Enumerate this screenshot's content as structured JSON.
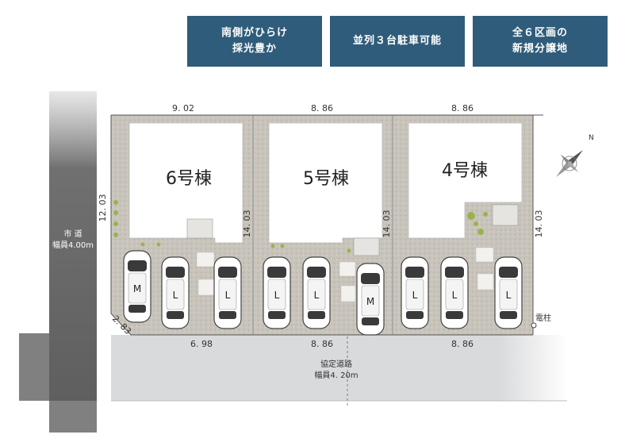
{
  "badges": [
    {
      "line1": "南側がひらけ",
      "line2": "採光豊か"
    },
    {
      "line1": "並列３台駐車可能",
      "line2": ""
    },
    {
      "line1": "全６区画の",
      "line2": "新規分譲地"
    }
  ],
  "lots": [
    {
      "label": "6号棟",
      "top_width": "9. 02",
      "bottom_width": "6. 98"
    },
    {
      "label": "5号棟",
      "top_width": "8. 86",
      "bottom_width": "8. 86"
    },
    {
      "label": "4号棟",
      "top_width": "8. 86",
      "bottom_width": "8. 86"
    }
  ],
  "side_dims": {
    "left": "12. 03",
    "divider1": "14. 03",
    "divider2": "14. 03",
    "right": "14. 03",
    "corner": "2. 83"
  },
  "parking": [
    "M",
    "L",
    "L",
    "L",
    "L",
    "M",
    "L",
    "L",
    "L"
  ],
  "roads": {
    "city_road_name": "市 道",
    "city_road_width": "幅員4.00m",
    "private_road_name": "協定道路",
    "private_road_width": "幅員4. 20m"
  },
  "utility_pole": "電柱",
  "compass_label": "N",
  "colors": {
    "badge": "#2f5c7a",
    "road": "#6e6e6e",
    "gravel": "#c9c5bd",
    "house": "#ffffff"
  }
}
